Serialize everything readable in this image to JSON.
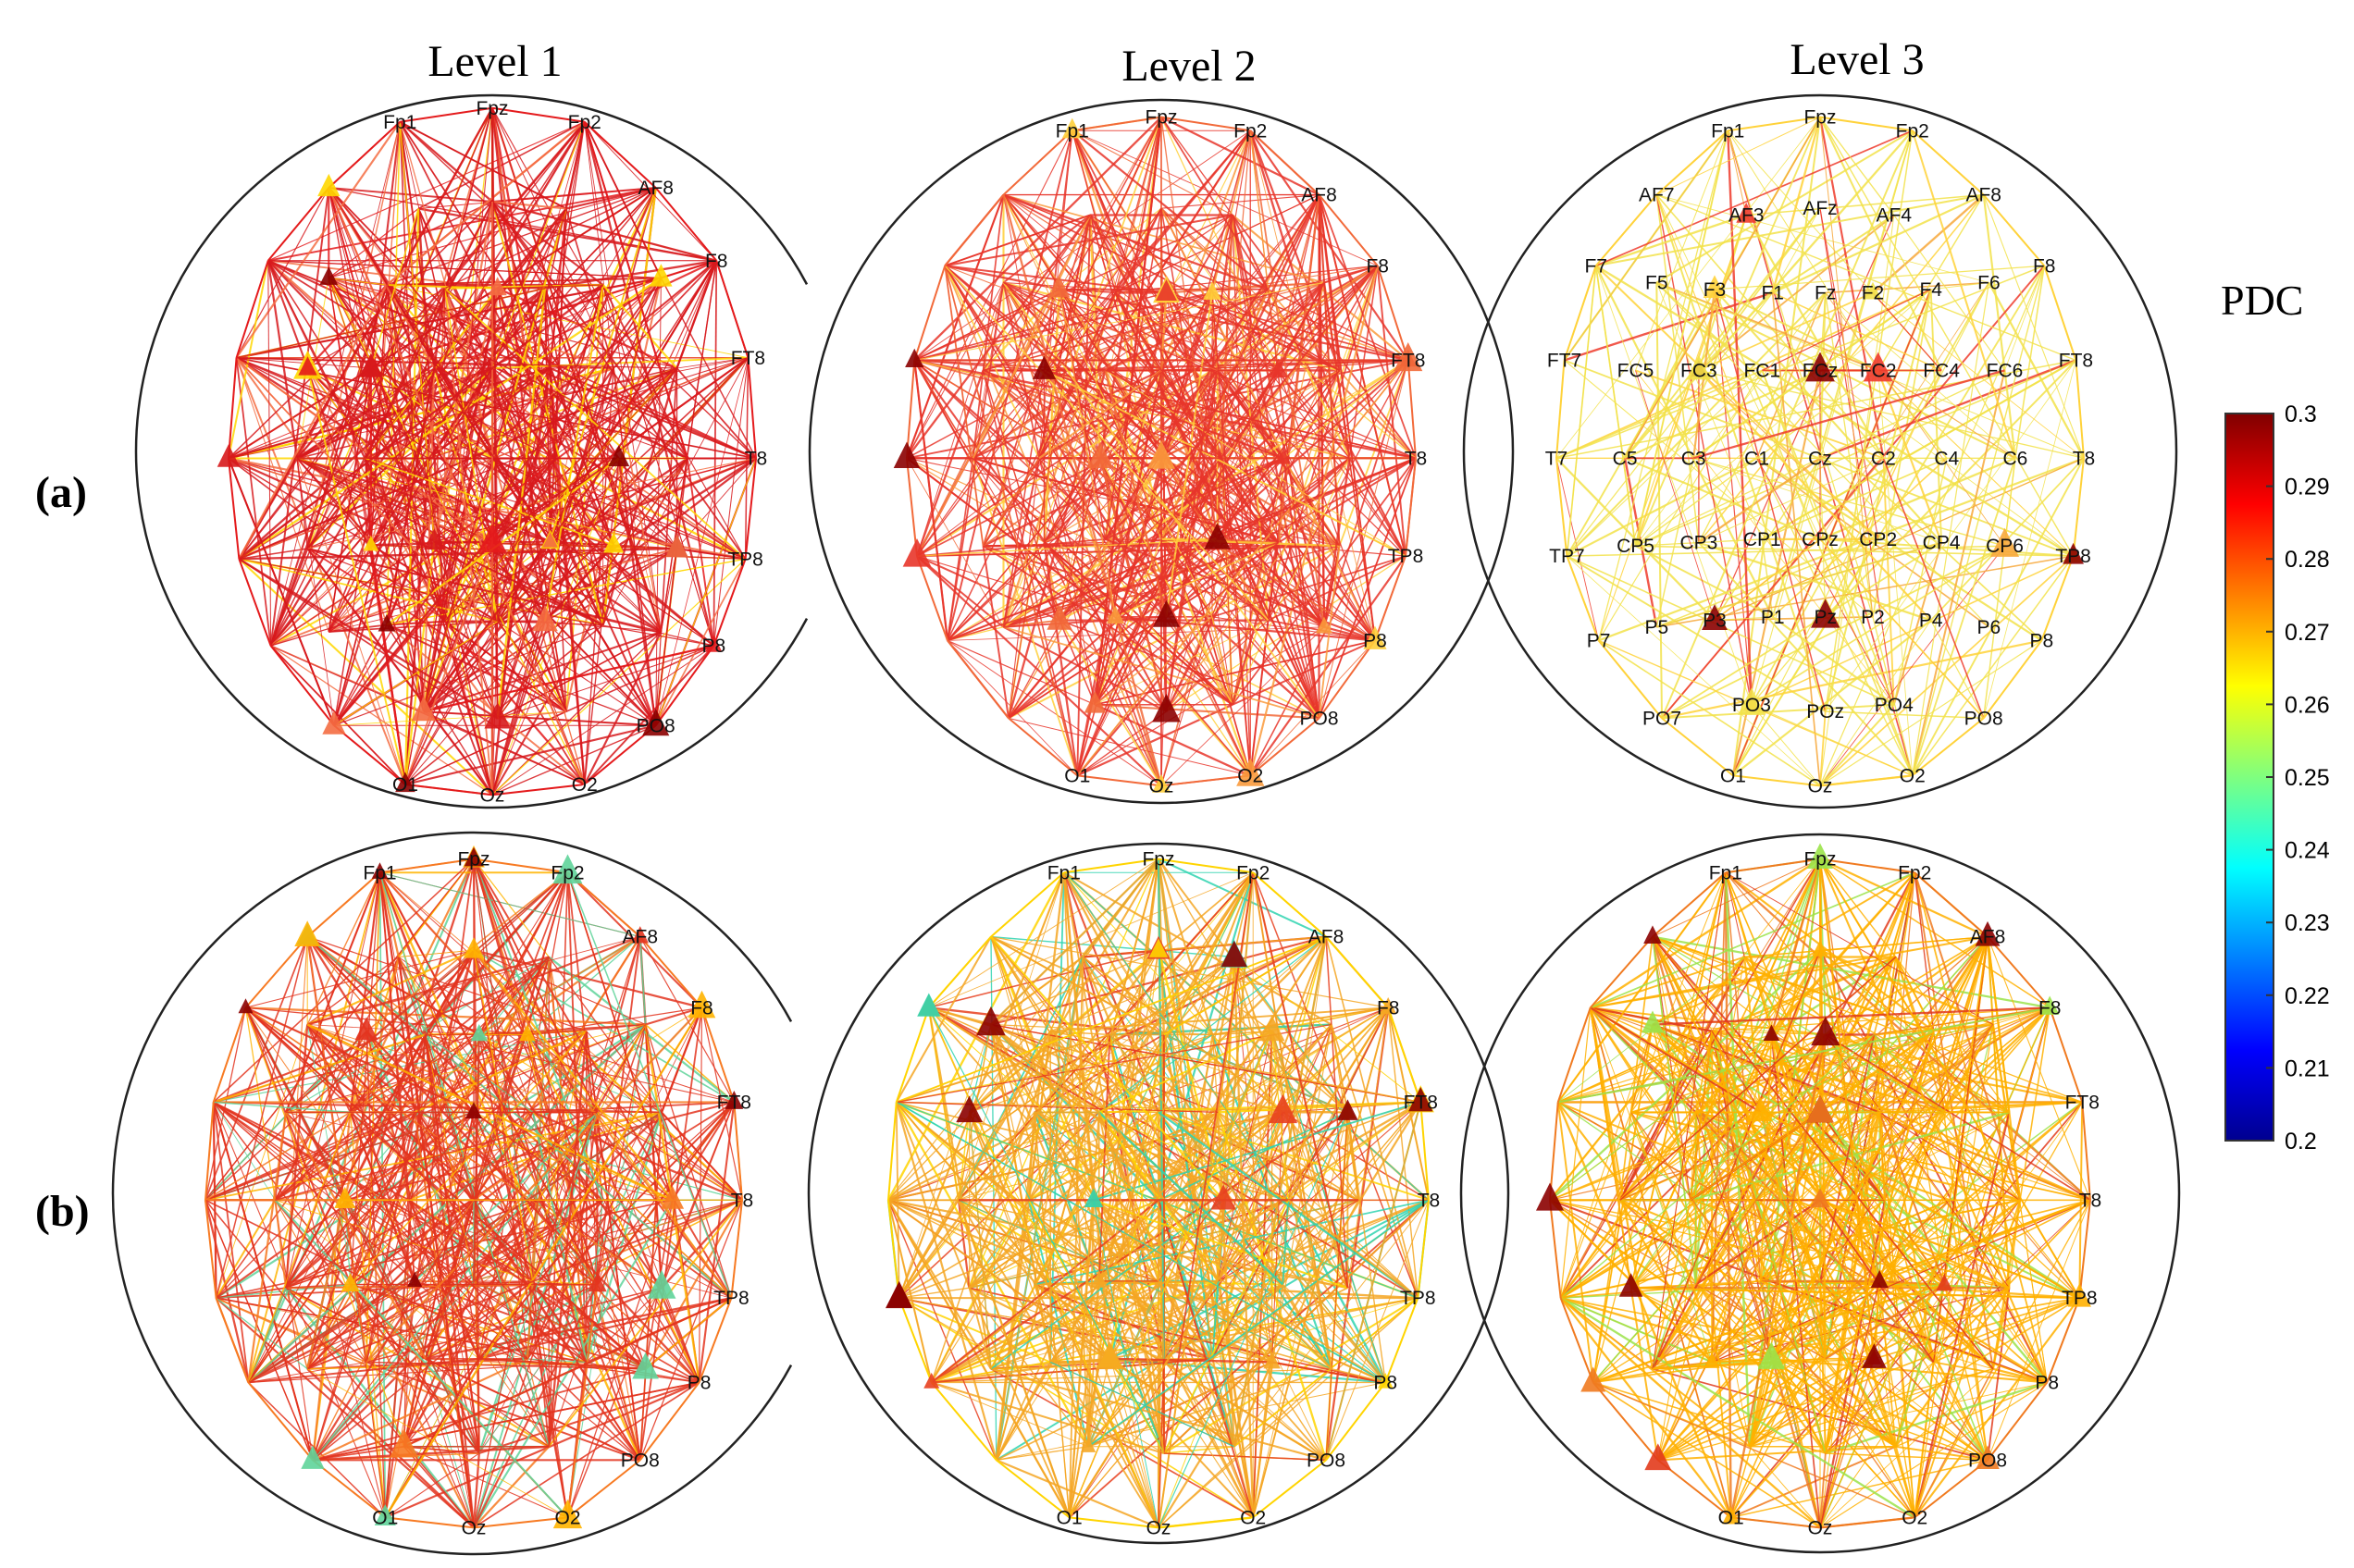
{
  "columns": [
    {
      "title": "Level 1"
    },
    {
      "title": "Level 2"
    },
    {
      "title": "Level 3"
    }
  ],
  "rows": [
    {
      "label": "(a)"
    },
    {
      "label": "(b)"
    }
  ],
  "panels": [
    {
      "row": "a",
      "level": "Level 1",
      "dominant_colors": [
        "#d7191c",
        "#e41a1c",
        "#f46d43",
        "#ffd700"
      ]
    },
    {
      "row": "a",
      "level": "Level 2",
      "dominant_colors": [
        "#e8352a",
        "#f26a3a",
        "#fa9a3c",
        "#ffcf3a"
      ]
    },
    {
      "row": "a",
      "level": "Level 3",
      "dominant_colors": [
        "#f2e24a",
        "#ffd23a",
        "#f7a83b",
        "#ef3b2c"
      ]
    },
    {
      "row": "b",
      "level": "Level 1",
      "dominant_colors": [
        "#e3341f",
        "#f77a22",
        "#ffb400",
        "#5fd49a"
      ]
    },
    {
      "row": "b",
      "level": "Level 2",
      "dominant_colors": [
        "#f5a623",
        "#ffd400",
        "#e8401f",
        "#2fd3b0"
      ]
    },
    {
      "row": "b",
      "level": "Level 3",
      "dominant_colors": [
        "#ffb000",
        "#f07a20",
        "#e23b1c",
        "#9be34a"
      ]
    }
  ],
  "electrode_labels": {
    "Fpz": "Fpz",
    "Fp1": "Fp1",
    "Fp2": "Fp2",
    "AF7": "AF7",
    "AF3": "AF3",
    "AFz": "AFz",
    "AF4": "AF4",
    "AF8": "AF8",
    "F7": "F7",
    "F5": "F5",
    "F3": "F3",
    "F1": "F1",
    "Fz": "Fz",
    "F2": "F2",
    "F4": "F4",
    "F6": "F6",
    "F8": "F8",
    "FT7": "FT7",
    "FC5": "FC5",
    "FC3": "FC3",
    "FC1": "FC1",
    "FCz": "FCz",
    "FC2": "FC2",
    "FC4": "FC4",
    "FC6": "FC6",
    "FT8": "FT8",
    "T7": "T7",
    "C5": "C5",
    "C3": "C3",
    "C1": "C1",
    "Cz": "Cz",
    "C2": "C2",
    "C4": "C4",
    "C6": "C6",
    "T8": "T8",
    "TP7": "TP7",
    "CP5": "CP5",
    "CP3": "CP3",
    "CP1": "CP1",
    "CPz": "CPz",
    "CP2": "CP2",
    "CP4": "CP4",
    "CP6": "CP6",
    "TP8": "TP8",
    "P7": "P7",
    "P5": "P5",
    "P3": "P3",
    "P1": "P1",
    "Pz": "Pz",
    "P2": "P2",
    "P4": "P4",
    "P6": "P6",
    "P8": "P8",
    "PO7": "PO7",
    "PO3": "PO3",
    "POz": "POz",
    "PO4": "PO4",
    "PO8": "PO8",
    "O1": "O1",
    "Oz": "Oz",
    "O2": "O2"
  },
  "colorbar": {
    "title": "PDC",
    "min": 0.2,
    "max": 0.3,
    "colormap": "jet",
    "ticks": [
      "0.3",
      "0.29",
      "0.28",
      "0.27",
      "0.26",
      "0.25",
      "0.24",
      "0.23",
      "0.22",
      "0.21",
      "0.2"
    ]
  }
}
